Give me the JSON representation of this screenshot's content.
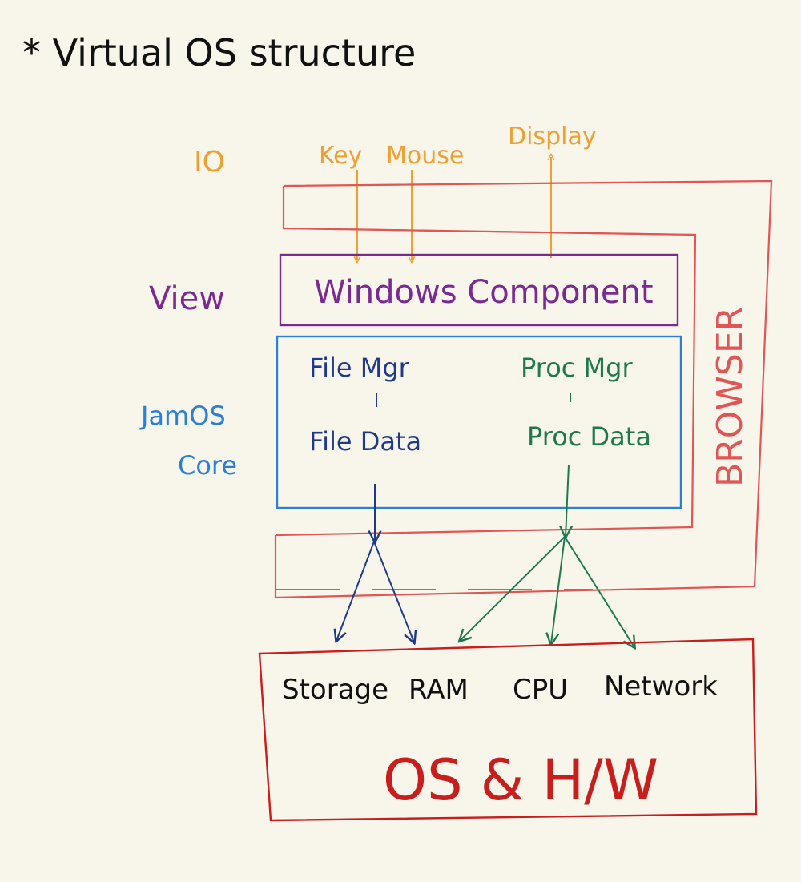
{
  "title": "* Virtual OS structure",
  "colors": {
    "io": "#f0a030",
    "view": "#7a2a93",
    "core": "#2a7fd8",
    "file": "#1f3a8c",
    "proc": "#1e7a4e",
    "browser": "#e05555",
    "hw": "#c81e1e",
    "ink": "#111111"
  },
  "io": {
    "label": "IO",
    "key": "Key",
    "mouse": "Mouse",
    "display": "Display"
  },
  "view": {
    "label": "View",
    "window_component": "Windows Component"
  },
  "core": {
    "label_line1": "JamOS",
    "label_line2": "Core",
    "file_mgr": "File Mgr",
    "file_data": "File Data",
    "proc_mgr": "Proc Mgr",
    "proc_data": "Proc Data"
  },
  "browser": {
    "label": "BROWSER"
  },
  "hardware": {
    "storage": "Storage",
    "ram": "RAM",
    "cpu": "CPU",
    "network": "Network",
    "label": "OS & H/W"
  }
}
